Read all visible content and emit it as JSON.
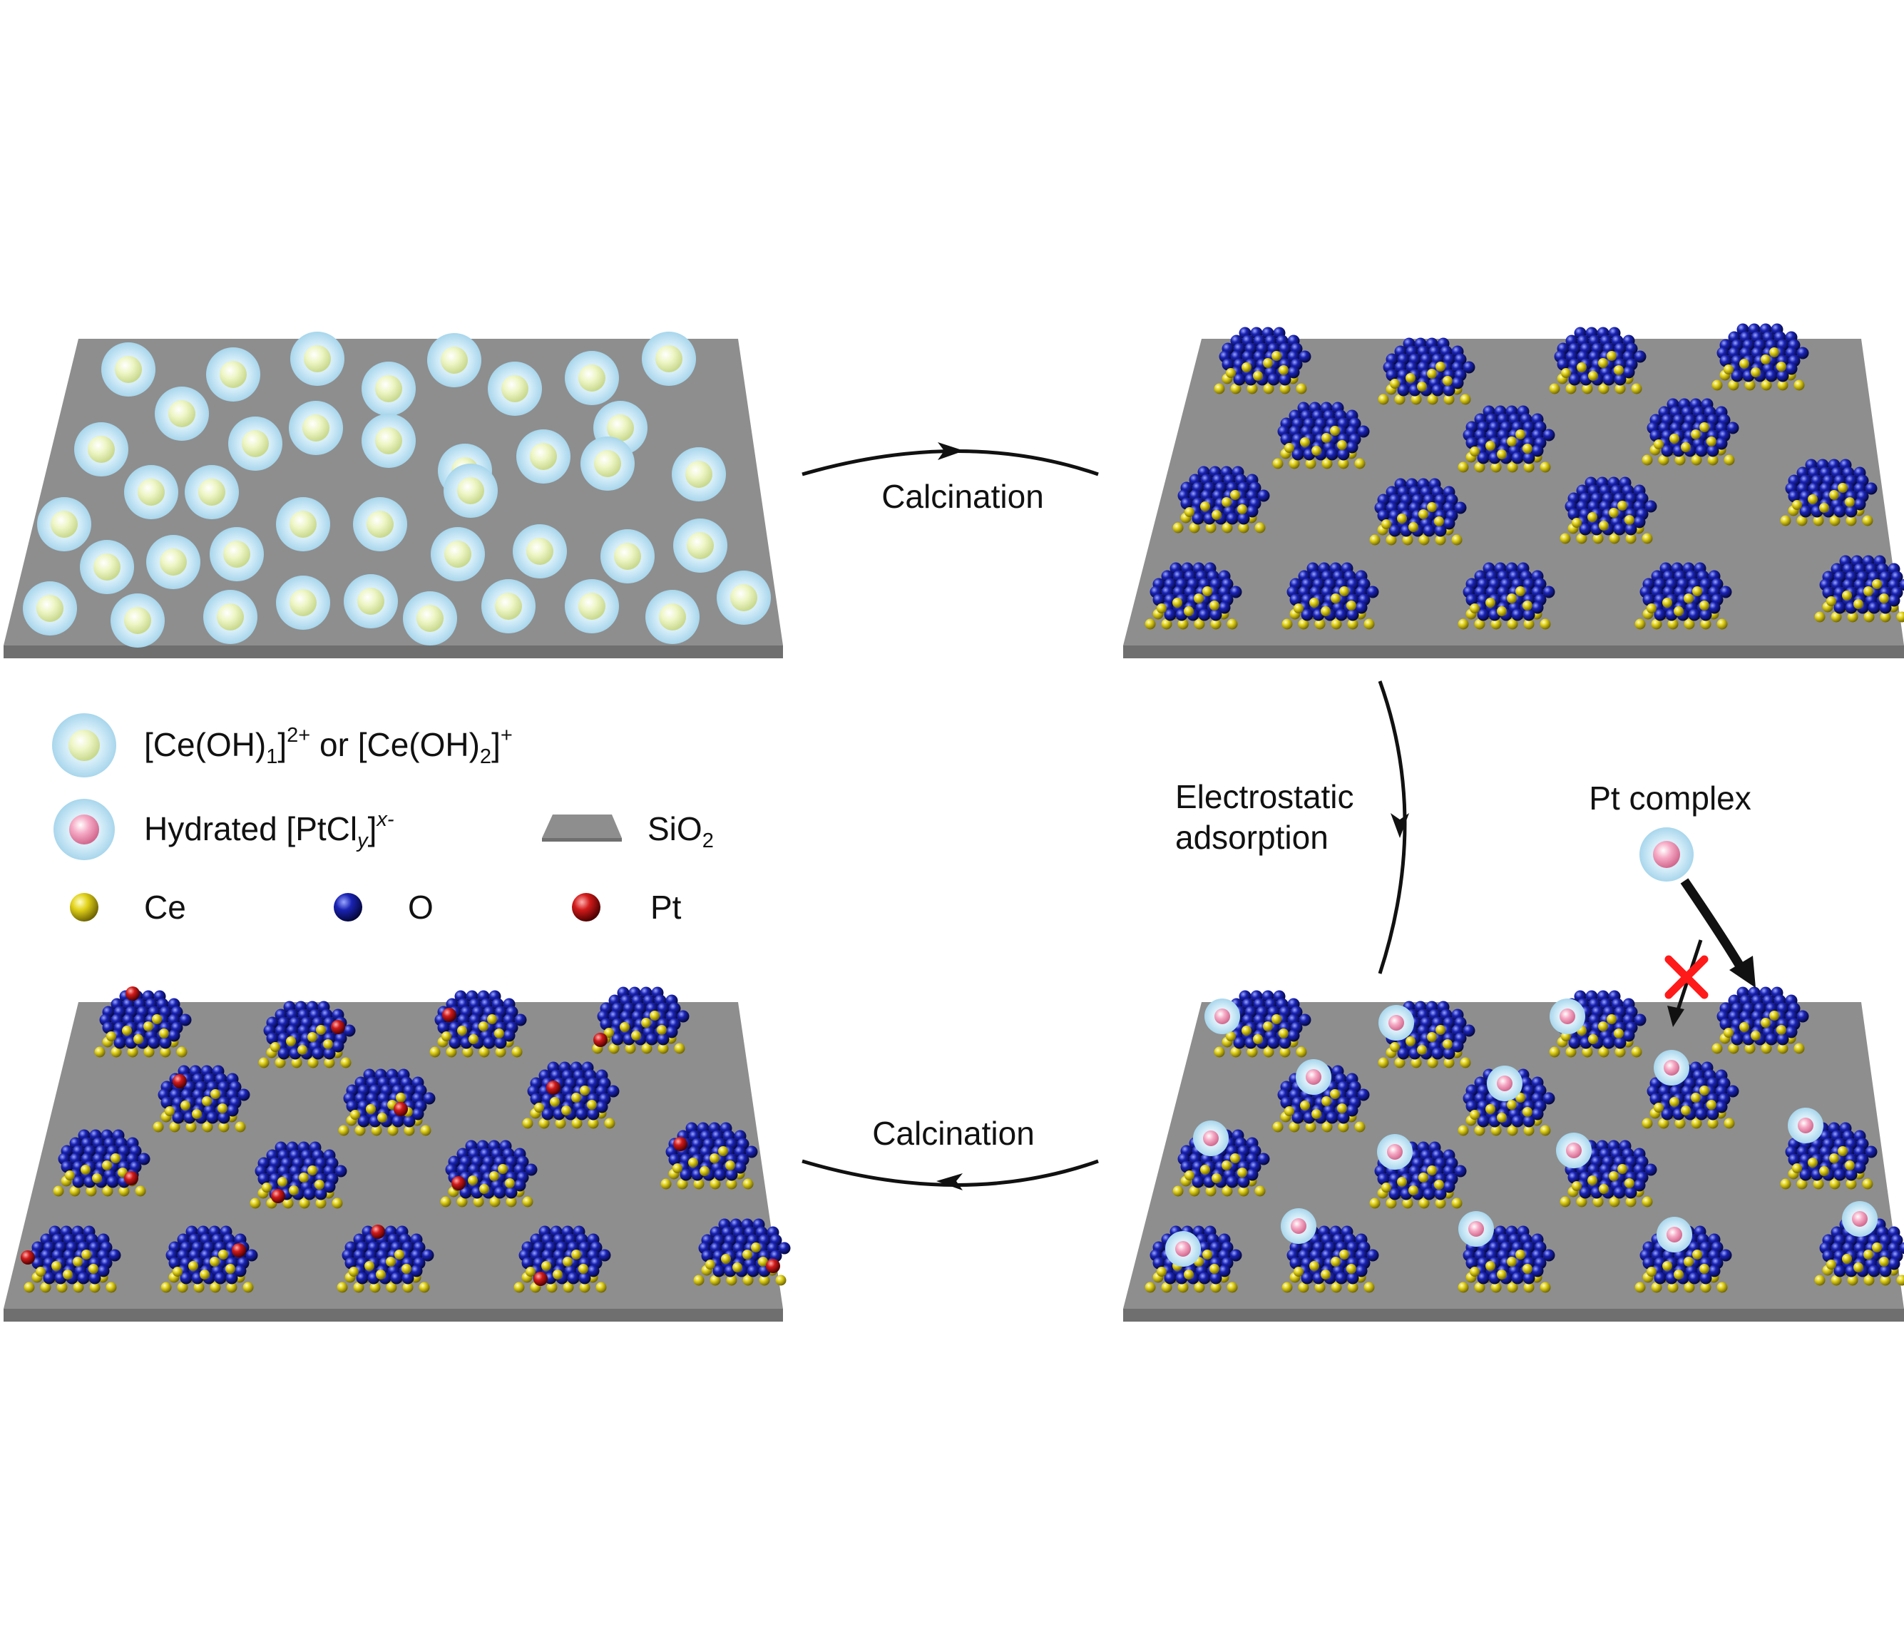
{
  "steps": {
    "calcination_1": "Calcination",
    "electrostatic_line1": "Electrostatic",
    "electrostatic_line2": "adsorption",
    "calcination_2": "Calcination",
    "pt_complex": "Pt complex"
  },
  "legend": {
    "ce_species": {
      "part1": "[Ce(OH)",
      "sub1": "1",
      "sup1": "2+",
      "middle": " or [Ce(OH)",
      "sub2": "2",
      "sup2": "+"
    },
    "pt_species": {
      "part1": "Hydrated [PtCl",
      "sub": "y",
      "part2": "]",
      "sup": "x-"
    },
    "support": {
      "base": "SiO",
      "sub": "2"
    },
    "atoms": {
      "ce": "Ce",
      "o": "O",
      "pt": "Pt"
    }
  },
  "colors": {
    "support_top": "#8e8e8e",
    "support_edge": "#6f6f6f",
    "ce_atom": "#e2d21a",
    "o_atom": "#1a23b4",
    "pt_atom": "#d11a1a",
    "hydration_shell": "#bfe3f3",
    "ce_precursor_core": "#eef6c6",
    "pt_precursor_core": "#f5a9c4",
    "blocked_mark": "#ff1a1a"
  }
}
